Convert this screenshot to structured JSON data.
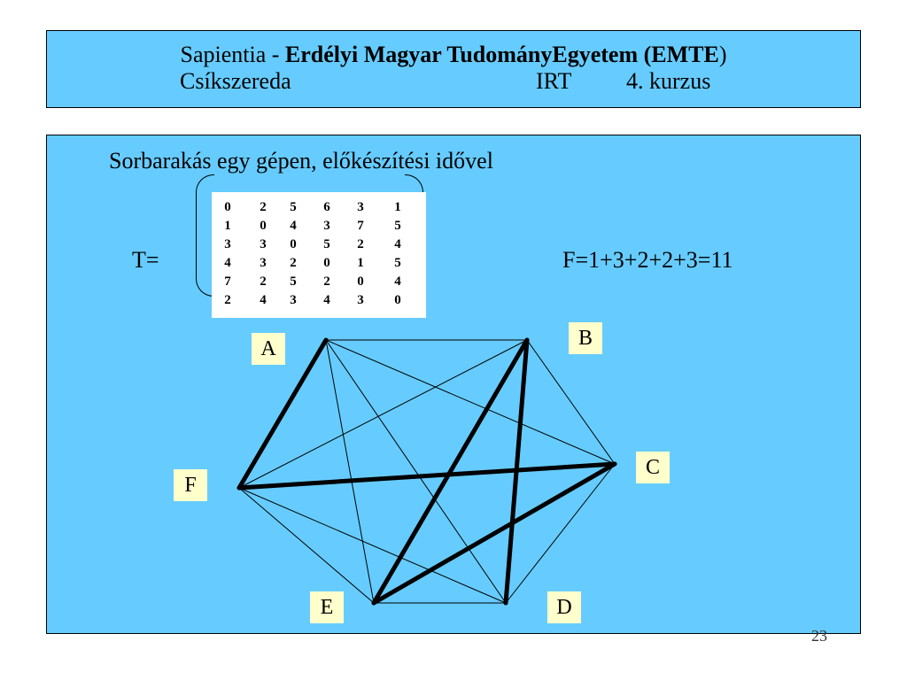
{
  "header": {
    "line1_prefix": "Sapientia - ",
    "line1_bold": "Erdélyi Magyar TudományEgyetem  (EMTE",
    "line1_suffix": ")",
    "city": "Csíkszereda",
    "dept": "IRT",
    "course": "4. kurzus"
  },
  "content": {
    "subtitle": "Sorbarakás egy gépen, előkészítési idővel",
    "t_label": "T=",
    "f_label": "F=1+3+2+2+3=11"
  },
  "matrix": [
    [
      "0",
      "2",
      "5",
      "6",
      "3",
      "1"
    ],
    [
      "1",
      "0",
      "4",
      "3",
      "7",
      "5"
    ],
    [
      "3",
      "3",
      "0",
      "5",
      "2",
      "4"
    ],
    [
      "4",
      "3",
      "2",
      "0",
      "1",
      "5"
    ],
    [
      "7",
      "2",
      "5",
      "2",
      "0",
      "4"
    ],
    [
      "2",
      "4",
      "3",
      "4",
      "3",
      "0"
    ]
  ],
  "nodes": [
    {
      "id": "A",
      "label": "A"
    },
    {
      "id": "B",
      "label": "B"
    },
    {
      "id": "C",
      "label": "C"
    },
    {
      "id": "D",
      "label": "D"
    },
    {
      "id": "E",
      "label": "E"
    },
    {
      "id": "F",
      "label": "F"
    }
  ],
  "edges_thin": [
    [
      "A",
      "B"
    ],
    [
      "A",
      "C"
    ],
    [
      "A",
      "D"
    ],
    [
      "A",
      "E"
    ],
    [
      "A",
      "F"
    ],
    [
      "B",
      "C"
    ],
    [
      "B",
      "D"
    ],
    [
      "B",
      "E"
    ],
    [
      "B",
      "F"
    ],
    [
      "C",
      "D"
    ],
    [
      "C",
      "E"
    ],
    [
      "C",
      "F"
    ],
    [
      "D",
      "E"
    ],
    [
      "D",
      "F"
    ],
    [
      "E",
      "F"
    ]
  ],
  "edges_bold": [
    [
      "A",
      "F"
    ],
    [
      "F",
      "C"
    ],
    [
      "C",
      "E"
    ],
    [
      "E",
      "B"
    ],
    [
      "B",
      "D"
    ]
  ],
  "page_number": "23"
}
